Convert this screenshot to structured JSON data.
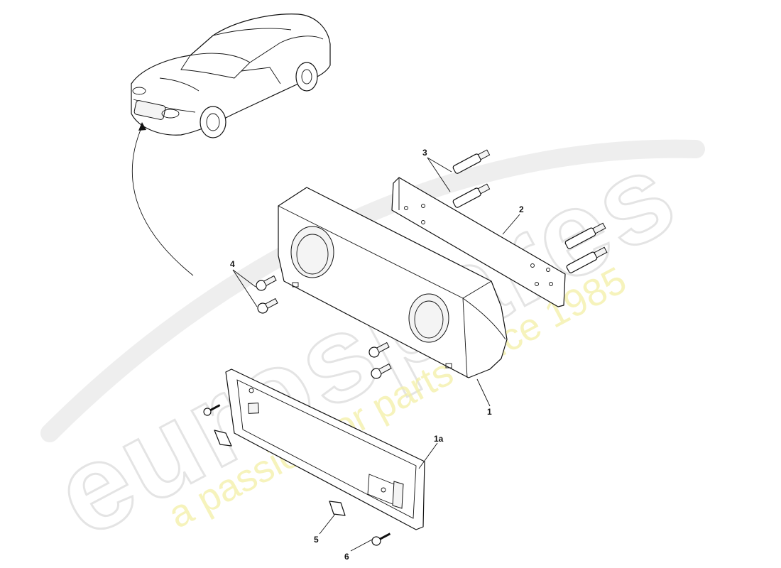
{
  "watermark": {
    "brand": "eurospares",
    "tagline": "a passion for parts since 1985"
  },
  "callouts": {
    "item_1": "1",
    "item_1a": "1a",
    "item_2": "2",
    "item_3": "3",
    "item_4": "4",
    "item_5": "5",
    "item_6": "6"
  }
}
